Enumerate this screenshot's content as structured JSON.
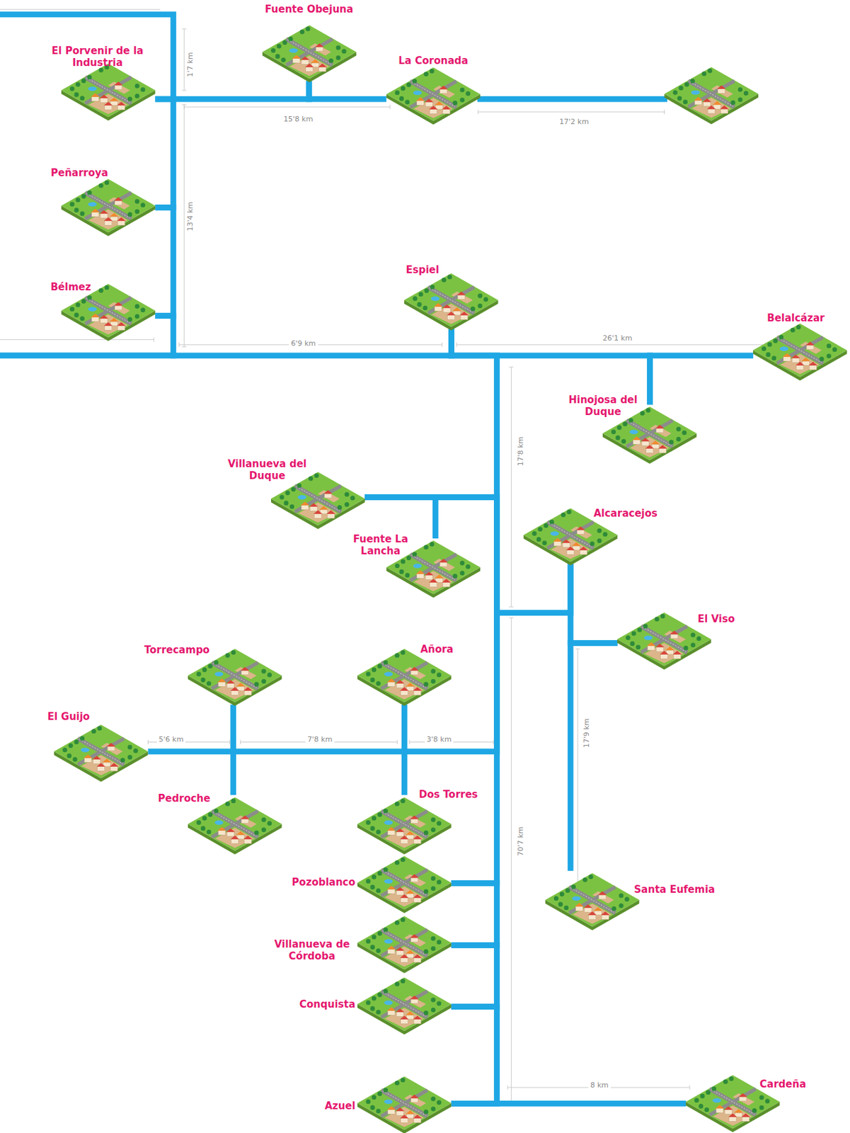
{
  "diagram": {
    "nodes": [
      {
        "text": [
          "Fuente Obejuna"
        ]
      },
      {
        "text": [
          "El Porvenir de la Industria"
        ]
      },
      {
        "text": [
          "La Coronada"
        ]
      },
      {
        "text": [
          "Peñarroya"
        ]
      },
      {
        "text": [
          "Bélmez"
        ]
      },
      {
        "text": [
          "Espiel"
        ]
      },
      {
        "text": [
          "Belalcázar"
        ]
      },
      {
        "text": [
          "Hinojosa del Duque"
        ]
      },
      {
        "text": [
          "Villanueva del Duque"
        ]
      },
      {
        "text": [
          "Fuente La Lancha"
        ]
      },
      {
        "text": [
          "Alcaracejos"
        ]
      },
      {
        "text": [
          "El Viso"
        ]
      },
      {
        "text": [
          "Torrecampo"
        ]
      },
      {
        "text": [
          "Añora"
        ]
      },
      {
        "text": [
          "El Guijo"
        ]
      },
      {
        "text": [
          "Pedroche"
        ]
      },
      {
        "text": [
          "Dos Torres"
        ]
      },
      {
        "text": [
          "Pozoblanco"
        ]
      },
      {
        "text": [
          "Santa Eufemia"
        ]
      },
      {
        "text": [
          "Villanueva de Córdoba"
        ]
      },
      {
        "text": [
          "Conquista"
        ]
      },
      {
        "text": [
          "Azuel"
        ]
      },
      {
        "text": [
          "Cardeña"
        ]
      }
    ],
    "edges": [
      {
        "from": 1,
        "to": 0,
        "arrow": "none"
      },
      {
        "from": 0,
        "to": 2,
        "arrow": "none"
      },
      {
        "from": 1,
        "to": 3,
        "arrow": "none"
      },
      {
        "from": 3,
        "to": 4,
        "arrow": "none"
      },
      {
        "from": 4,
        "to": 5,
        "arrow": "none"
      },
      {
        "from": 5,
        "to": 7,
        "arrow": "none"
      },
      {
        "from": 7,
        "to": 6,
        "arrow": "none"
      },
      {
        "from": 5,
        "to": 8,
        "arrow": "none"
      },
      {
        "from": 8,
        "to": 9,
        "arrow": "none"
      },
      {
        "from": 8,
        "to": 10,
        "arrow": "none"
      },
      {
        "from": 10,
        "to": 11,
        "arrow": "none"
      },
      {
        "from": 11,
        "to": 18,
        "arrow": "none"
      },
      {
        "from": 8,
        "to": 14,
        "arrow": "none"
      },
      {
        "from": 13,
        "to": 16,
        "arrow": "none"
      },
      {
        "from": 12,
        "to": 15,
        "arrow": "none"
      },
      {
        "from": 8,
        "to": 17,
        "arrow": "none"
      },
      {
        "from": 17,
        "to": 19,
        "arrow": "none"
      },
      {
        "from": 19,
        "to": 20,
        "arrow": "none"
      },
      {
        "from": 20,
        "to": 21,
        "arrow": "none"
      },
      {
        "from": 21,
        "to": 22,
        "arrow": "none"
      }
    ],
    "labels": [
      "1'7 km",
      "15'8 km",
      "17'2 km",
      "13'4 km",
      "6'9 km",
      "26'1 km",
      "17'8 km",
      "17'9 km",
      "5'6 km",
      "7'8 km",
      "3'8 km",
      "70'7 km",
      "8 km"
    ]
  }
}
